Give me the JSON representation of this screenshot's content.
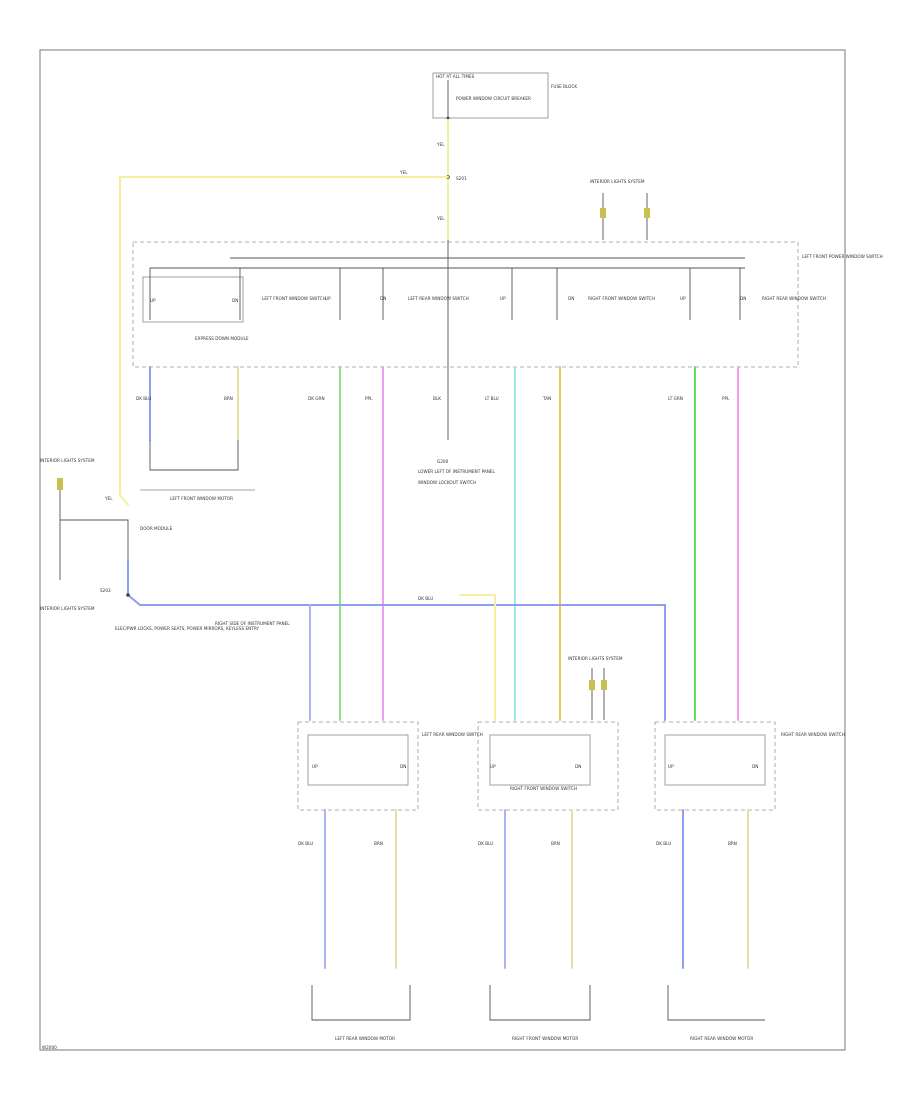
{
  "labels": {
    "hot_at_all_times": "HOT AT ALL TIMES",
    "fuse_block": "FUSE BLOCK",
    "fuse_label": "POWER WINDOW CIRCUIT BREAKER",
    "junction_block": "FUSE BLOCK",
    "left_front_switch": "LEFT FRONT POWER WINDOW SWITCH",
    "express_down_module": "EXPRESS DOWN MODULE",
    "lf_window_motor": "LEFT FRONT WINDOW MOTOR",
    "lf_up_switch": "LEFT FRONT WINDOW SWITCH",
    "lr_switch_master": "LEFT REAR WINDOW SWITCH",
    "rf_switch_master": "RIGHT FRONT WINDOW SWITCH",
    "rr_switch_master": "RIGHT REAR WINDOW SWITCH",
    "ground_g": "G200",
    "ground_desc": "LOWER LEFT OF INSTRUMENT PANEL",
    "lockout": "WINDOW LOCKOUT SWITCH",
    "interior_lights": "INTERIOR LIGHTS SYSTEM",
    "interior_lights_2": "INTERIOR LIGHTS SYSTEM",
    "interior_lights_3": "INTERIOR LIGHTS SYSTEM",
    "door_module": "DOOR MODULE",
    "splice_desc": "ELEC/PWR LOCKS, POWER SEATS, POWER MIRRORS, KEYLESS ENTRY",
    "splice_desc_2": "RIGHT SIDE OF INSTRUMENT PANEL",
    "lr_window_switch": "LEFT REAR WINDOW SWITCH",
    "rf_window_switch": "RIGHT FRONT WINDOW SWITCH",
    "rr_window_switch": "RIGHT REAR WINDOW SWITCH",
    "lr_window_motor": "LEFT REAR WINDOW MOTOR",
    "rf_window_motor": "RIGHT FRONT WINDOW MOTOR",
    "rr_window_motor": "RIGHT REAR WINDOW MOTOR",
    "corner_code": "W2000"
  },
  "wire_colors": {
    "yellow": "#f5f0a0",
    "blue": "#8f9ff0",
    "light_blue": "#aab4f2",
    "green": "#8fe08f",
    "bright_green": "#66dd66",
    "pink": "#f29bf2",
    "cyan": "#9fe8e8",
    "orange": "#f0c060",
    "tan": "#e8e0a0",
    "black": "#555555"
  },
  "wire_codes": {
    "yel_top": "YEL",
    "yel_mid": "YEL",
    "yel_left": "YEL",
    "dkbl_lf": "DK BLU",
    "brn_lf": "BRN",
    "dkgrn": "DK GRN",
    "ppl": "PPL",
    "blk": "BLK",
    "ltblu": "LT BLU",
    "tan": "TAN",
    "ltgrn": "LT GRN",
    "ppl_rr": "PPL",
    "dkblu_splice": "DK BLU",
    "dkblu_lr": "DK BLU",
    "brn_lr": "BRN",
    "dkblu_rf": "DK BLU",
    "brn_rf": "BRN",
    "dkblu_rr": "DK BLU",
    "brn_rr": "BRN",
    "s201": "S201",
    "s203": "S203"
  },
  "switch_terms": {
    "up": "UP",
    "dn": "DN"
  }
}
